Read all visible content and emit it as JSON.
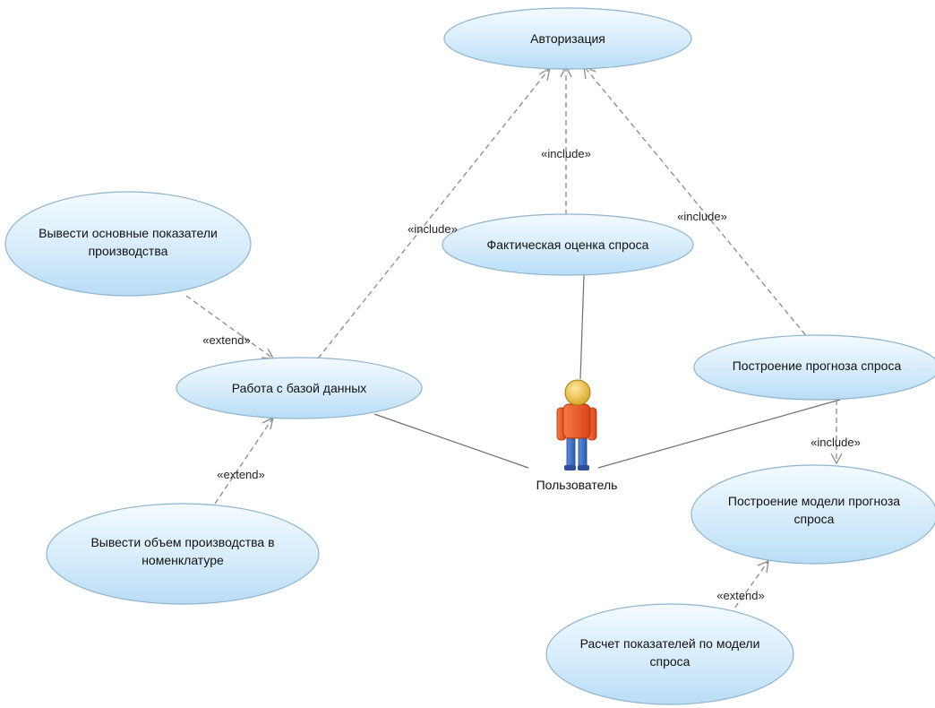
{
  "diagram": {
    "type": "uml-use-case",
    "actor": {
      "name": "Пользователь"
    },
    "use_cases": [
      {
        "id": "auth",
        "label_lines": [
          "Авторизация"
        ]
      },
      {
        "id": "actual",
        "label_lines": [
          "Фактическая оценка спроса"
        ]
      },
      {
        "id": "db",
        "label_lines": [
          "Работа с базой данных"
        ]
      },
      {
        "id": "forecast",
        "label_lines": [
          "Построение прогноза спроса"
        ]
      },
      {
        "id": "model",
        "label_lines": [
          "Построение модели прогноза",
          "спроса"
        ]
      },
      {
        "id": "indicators",
        "label_lines": [
          "Вывести основные показатели",
          "производства"
        ]
      },
      {
        "id": "volume",
        "label_lines": [
          "Вывести объем производства в",
          "номенклатуре"
        ]
      },
      {
        "id": "calc",
        "label_lines": [
          "Расчет показателей по модели",
          "спроса"
        ]
      }
    ],
    "relations": [
      {
        "from": "db",
        "to": "auth",
        "stereotype": "«include»"
      },
      {
        "from": "actual",
        "to": "auth",
        "stereotype": "«include»"
      },
      {
        "from": "forecast",
        "to": "auth",
        "stereotype": "«include»"
      },
      {
        "from": "forecast",
        "to": "model",
        "stereotype": "«include»"
      },
      {
        "from": "indicators",
        "to": "db",
        "stereotype": "«extend»"
      },
      {
        "from": "volume",
        "to": "db",
        "stereotype": "«extend»"
      },
      {
        "from": "calc",
        "to": "model",
        "stereotype": "«extend»"
      }
    ],
    "associations": [
      {
        "actor": "Пользователь",
        "use_case": "actual"
      },
      {
        "actor": "Пользователь",
        "use_case": "db"
      },
      {
        "actor": "Пользователь",
        "use_case": "forecast"
      }
    ],
    "colors": {
      "use_case_fill_light": "#e6f4fd",
      "use_case_fill_dark": "#b9ddf5",
      "use_case_stroke": "#8fb3cc",
      "actor_head": "#f2c64b",
      "actor_body": "#ef5a2a",
      "actor_legs": "#3a6fc6"
    }
  }
}
